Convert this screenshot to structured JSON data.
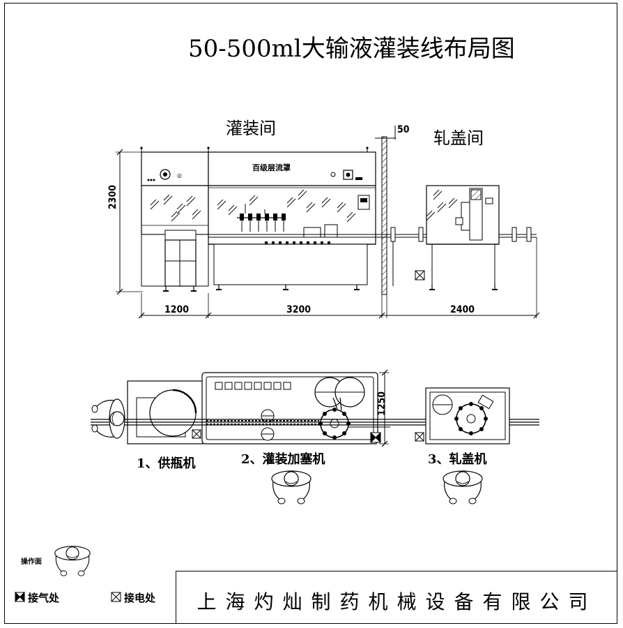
{
  "title": "50-500ml大输液灌装线布局图",
  "rooms": {
    "filling_room": "灌装间",
    "capping_room": "轧盖间"
  },
  "hood_label": "百级层流罩",
  "dimensions": {
    "height": "2300",
    "wall": "50",
    "w1": "1200",
    "w2": "3200",
    "w3": "2400",
    "depth": "1250"
  },
  "machines": [
    {
      "label": "1、供瓶机"
    },
    {
      "label": "2、灌装加塞机"
    },
    {
      "label": "3、轧盖机"
    }
  ],
  "operator_face_label": "操作面",
  "legend": {
    "air_label": "接气处",
    "power_label": "接电处"
  },
  "company": "上海灼灿制药机械设备有限公司"
}
